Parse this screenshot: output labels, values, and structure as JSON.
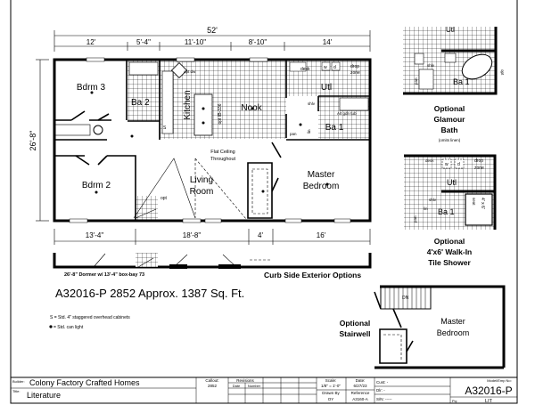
{
  "plan": {
    "overall_width": "52'",
    "overall_depth": "26'-8\"",
    "top_dims": [
      "12'",
      "5'-4\"",
      "11'-10\"",
      "8'-10\"",
      "14'"
    ],
    "bottom_dims": [
      "13'-4\"",
      "18'-8\"",
      "4'",
      "16'"
    ],
    "rooms": {
      "bdrm3": "Bdrm 3",
      "ba2": "Ba 2",
      "kitchen": "Kitchen",
      "island_opt": "opt IB-336",
      "nook": "Nook",
      "utl": "Utl",
      "ba1": "Ba 1",
      "bdrm2": "Bdrm 2",
      "living": "Living",
      "room": "Room",
      "master": "Master",
      "bedroom": "Bedroom",
      "flat_ceiling_1": "Flat Ceiling",
      "flat_ceiling_2": "Throughout"
    },
    "small_labels": {
      "opt_dw": "opt dw",
      "s": "S",
      "desk": "desk",
      "w": "w",
      "d": "d",
      "drop": "drop",
      "zone": "zone",
      "pan": "pan",
      "lin": "lin",
      "shlv": "shlv",
      "alt_gdn_tub": "Alt gdn tub",
      "opt": "opt"
    }
  },
  "exterior": {
    "dormer_caption": "26'-8\" Dormer w/ 13'-4\" box-bay 73",
    "curb_side": "Curb Side Exterior Options"
  },
  "summary": "A32016-P 2852 Approx. 1387 Sq. Ft.",
  "notes": [
    "S = Std. 4\" staggered overhead cabinets",
    "= Std. can light"
  ],
  "options": {
    "glamour": {
      "l1": "Optional",
      "l2": "Glamour",
      "l3": "Bath",
      "l4": "(omits linen)",
      "utl": "Utl",
      "ba": "Ba 1",
      "shlv": "shlv",
      "pan": "pan",
      "opt": "opt"
    },
    "walkin": {
      "l1": "Optional",
      "l2": "4'x6' Walk-In",
      "l3": "Tile Shower",
      "desk": "desk",
      "w": "w",
      "d": "d",
      "drop": "drop",
      "zone": "zone",
      "utl": "Utl",
      "ba": "Ba 1",
      "lin": "lin",
      "pan": "pan",
      "shlv": "shlv",
      "seat": "seat",
      "size": "4' x 6'"
    },
    "stairwell": {
      "l1": "Optional",
      "l2": "Stairwell",
      "dn": "DN",
      "master": "Master",
      "bedroom": "Bedroom"
    }
  },
  "title_block": {
    "builder_label": "Builder:",
    "builder": "Colony Factory Crafted Homes",
    "title_label": "Title:",
    "title": "Literature",
    "callout_label": "Callout:",
    "callout": "2852",
    "revisions_label": "Revisions",
    "rev_date": "Date",
    "rev_number": "Number",
    "scale_label": "Scale:",
    "scale": "1/8\" = 1'-0\"",
    "date_label": "Date:",
    "date": "6/27/23",
    "drawn_label": "Drawn By",
    "drawn": "OY",
    "reference_label": "Reference",
    "reference": "A3160-A",
    "cust": "Cust: -",
    "dlr": "Dlr: -",
    "sn": "S/N: -----",
    "model_label": "Model/Emp No:",
    "model": "A32016-P",
    "pg_label": "Pg:",
    "pg": "LIT"
  }
}
